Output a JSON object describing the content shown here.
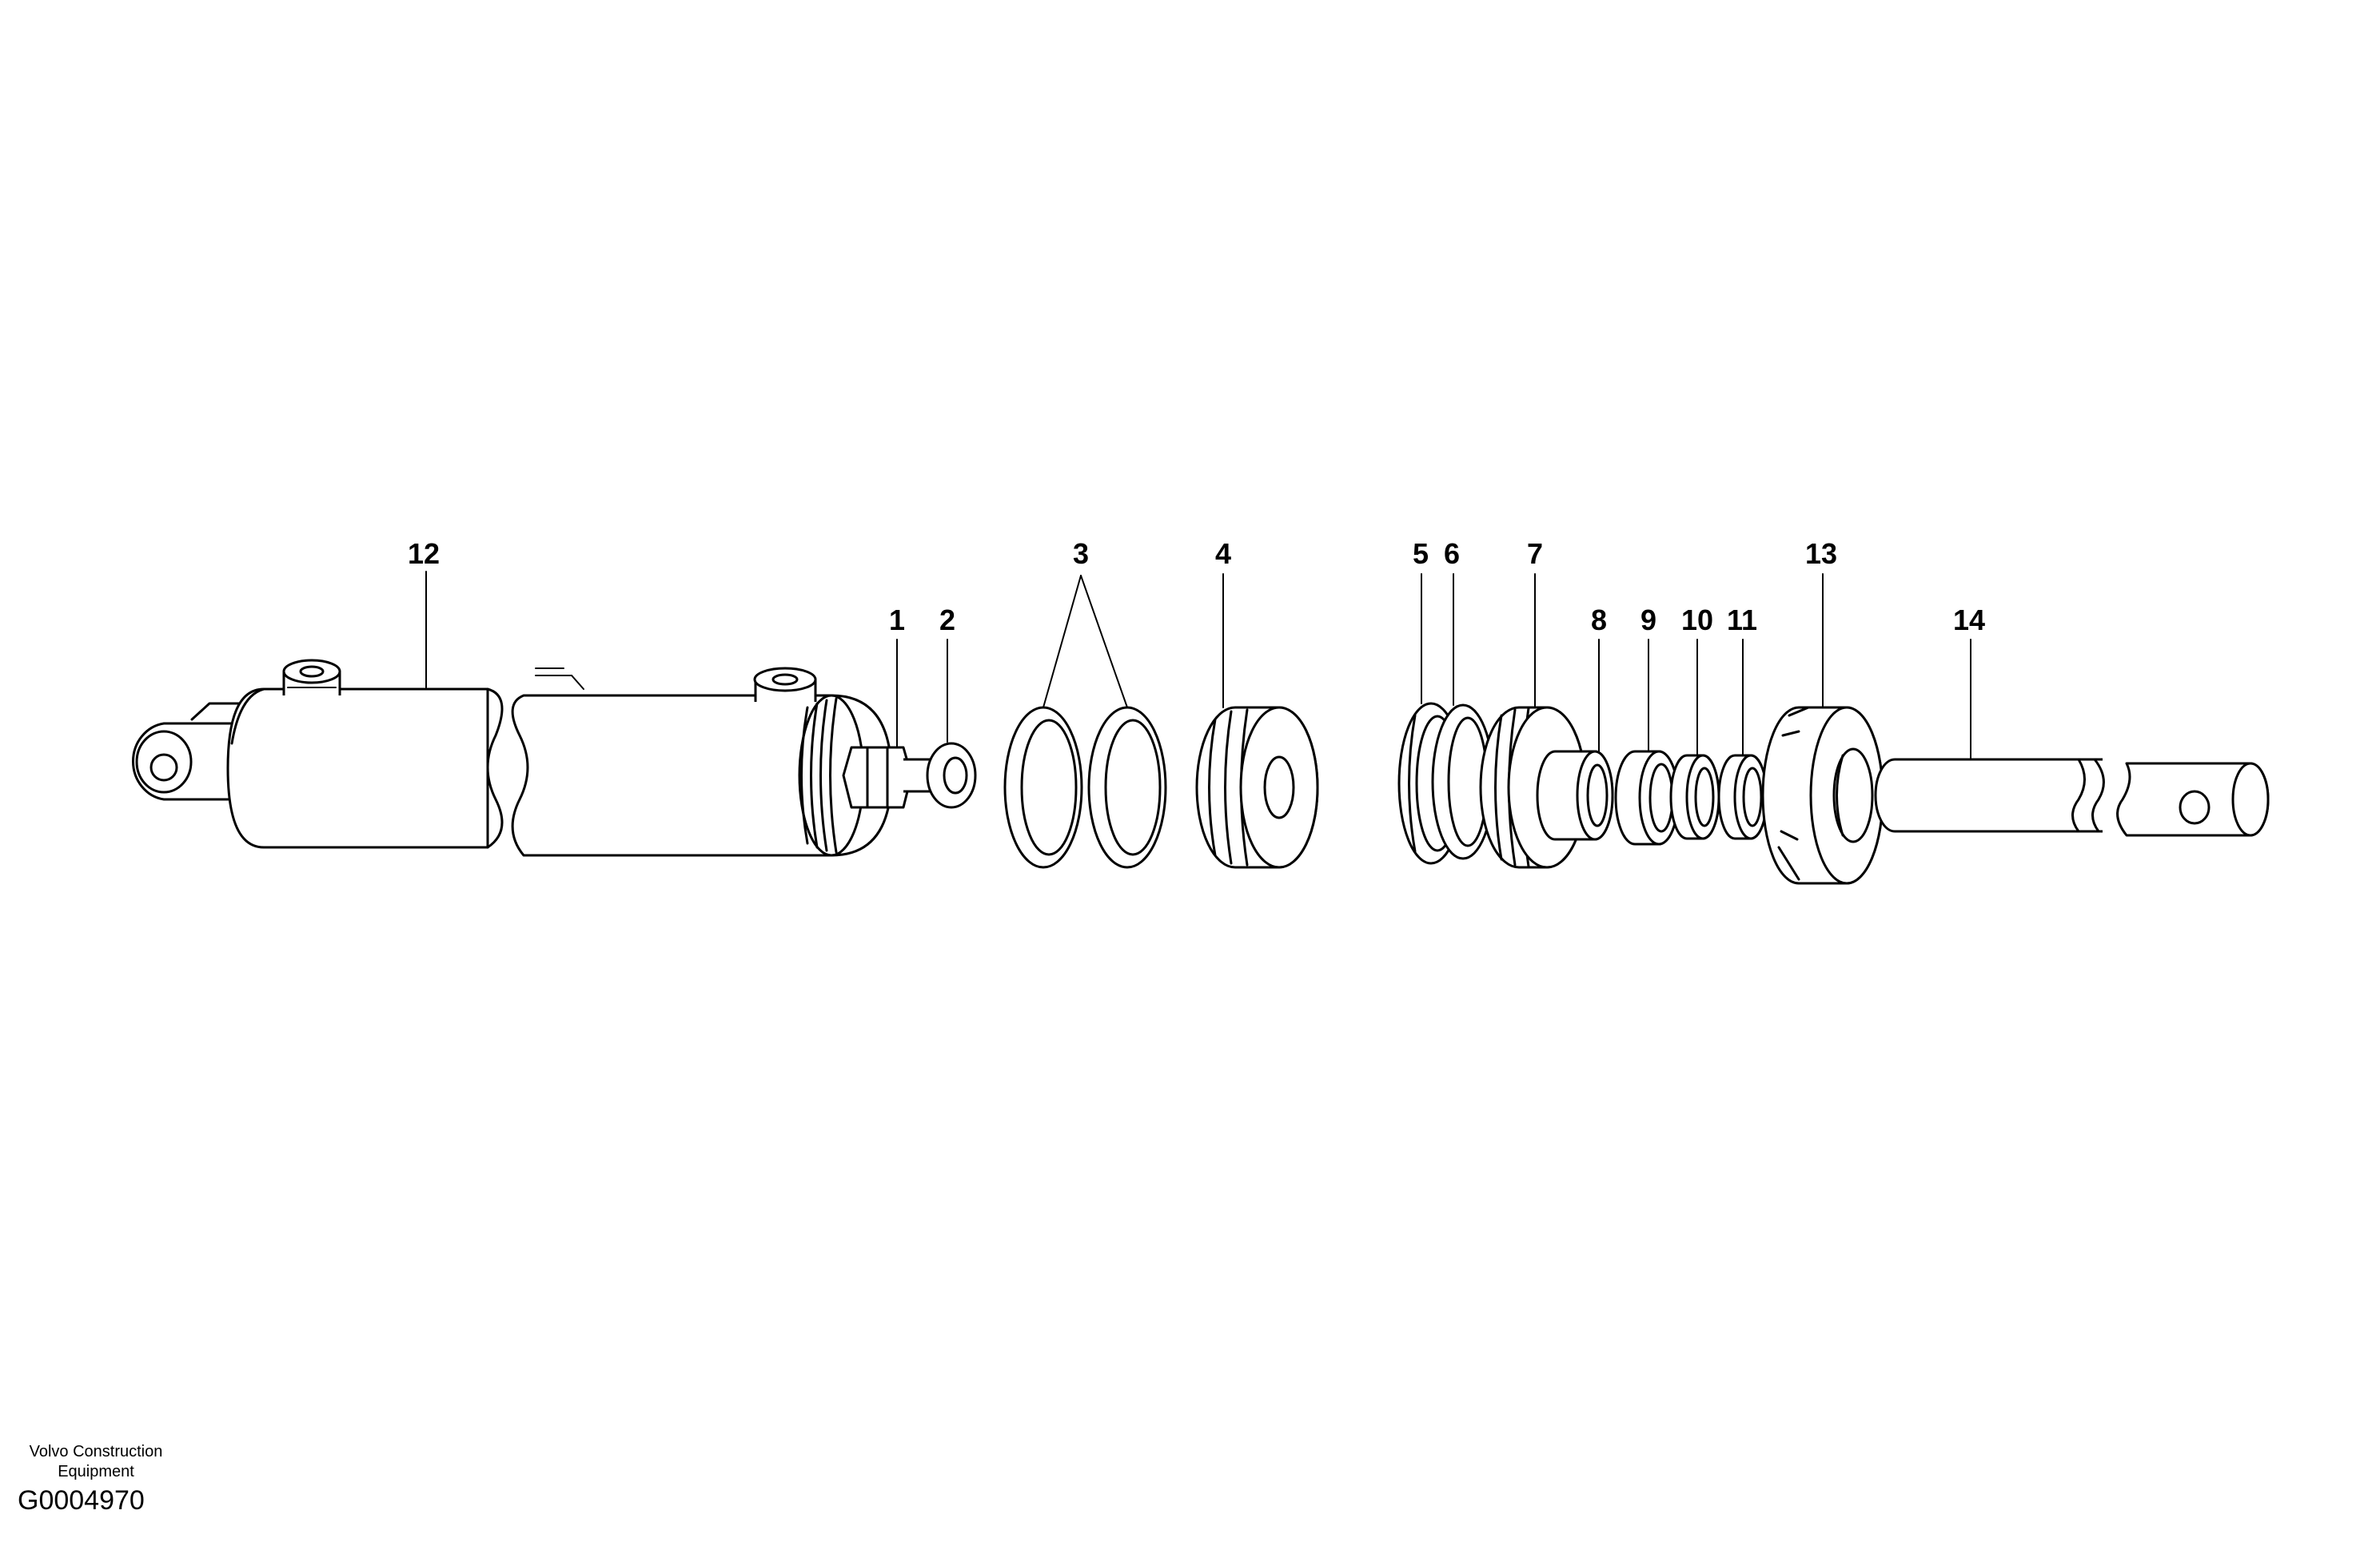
{
  "callouts": {
    "n1": "1",
    "n2": "2",
    "n3": "3",
    "n4": "4",
    "n5": "5",
    "n6": "6",
    "n7": "7",
    "n8": "8",
    "n9": "9",
    "n10": "10",
    "n11": "11",
    "n12": "12",
    "n13": "13",
    "n14": "14"
  },
  "footer": {
    "brand_line1": "Volvo Construction",
    "brand_line2": "Equipment",
    "drawing_code": "G0004970"
  }
}
